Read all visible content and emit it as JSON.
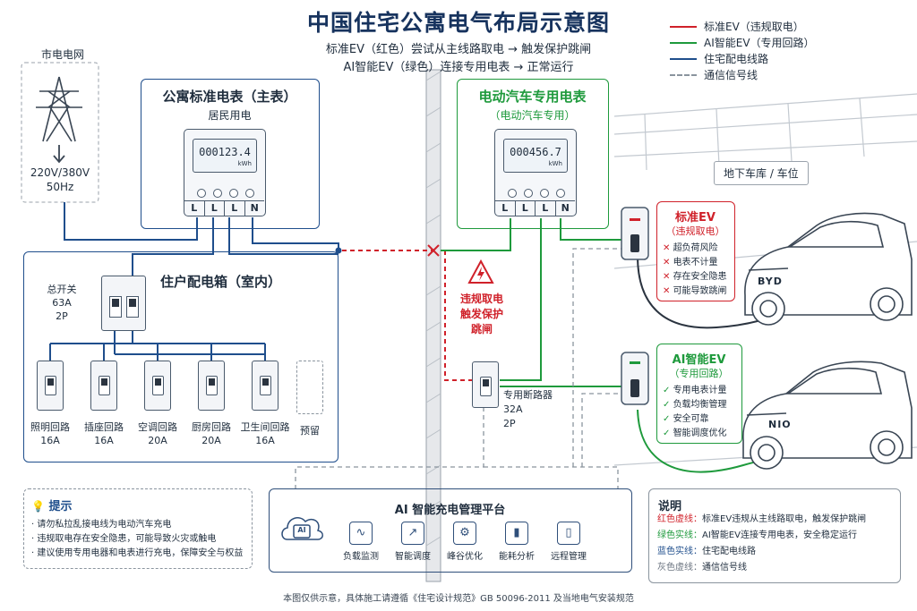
{
  "header": {
    "title": "中国住宅公寓电气布局示意图",
    "subtitle_line1": "标准EV（红色）尝试从主线路取电 → 触发保护跳闸",
    "subtitle_line2": "AI智能EV（绿色）连接专用电表 → 正常运行"
  },
  "legend": {
    "items": [
      {
        "label": "标准EV（违规取电）",
        "color": "#d0212a",
        "style": "solid"
      },
      {
        "label": "AI智能EV（专用回路）",
        "color": "#1e9a3c",
        "style": "solid"
      },
      {
        "label": "住宅配电线路",
        "color": "#1f4e8c",
        "style": "solid"
      },
      {
        "label": "通信信号线",
        "color": "#8a949e",
        "style": "dashed"
      }
    ]
  },
  "grid": {
    "label": "市电电网",
    "voltage": "220V/380V",
    "frequency": "50Hz"
  },
  "main_meter": {
    "title": "公寓标准电表（主表）",
    "subtitle": "居民用电",
    "reading": "000123.4",
    "unit": "kWh",
    "terminals": [
      "L",
      "L",
      "L",
      "N"
    ]
  },
  "ev_meter": {
    "title": "电动汽车专用电表",
    "subtitle": "（电动汽车专用）",
    "reading": "000456.7",
    "unit": "kWh",
    "terminals": [
      "L",
      "L",
      "L",
      "N"
    ]
  },
  "distribution_box": {
    "title": "住户配电箱（室内）",
    "main_switch": {
      "name": "总开关",
      "rating": "63A",
      "poles": "2P"
    },
    "circuits": [
      {
        "name": "照明回路",
        "rating": "16A"
      },
      {
        "name": "插座回路",
        "rating": "16A"
      },
      {
        "name": "空调回路",
        "rating": "20A"
      },
      {
        "name": "厨房回路",
        "rating": "20A"
      },
      {
        "name": "卫生间回路",
        "rating": "16A"
      }
    ],
    "reserve_label": "预留"
  },
  "warning": {
    "icon": "warning-triangle-icon",
    "line1": "违规取电",
    "line2": "触发保护",
    "line3": "跳闸"
  },
  "dedicated_breaker": {
    "name": "专用断路器",
    "rating": "32A",
    "poles": "2P"
  },
  "garage": {
    "label": "地下车库 / 车位"
  },
  "standard_ev": {
    "title": "标准EV",
    "subtitle": "（违规取电）",
    "issues": [
      "超负荷风险",
      "电表不计量",
      "存在安全隐患",
      "可能导致跳闸"
    ],
    "brand": "BYD"
  },
  "ai_ev": {
    "title": "AI智能EV",
    "subtitle": "（专用回路）",
    "benefits": [
      "专用电表计量",
      "负载均衡管理",
      "安全可靠",
      "智能调度优化"
    ],
    "brand": "NIO"
  },
  "tips": {
    "title": "提示",
    "items": [
      "请勿私拉乱接电线为电动汽车充电",
      "违规取电存在安全隐患，可能导致火灾或触电",
      "建议使用专用电器和电表进行充电，保障安全与权益"
    ]
  },
  "platform": {
    "chip_label": "AI",
    "title": "AI 智能充电管理平台",
    "features": [
      {
        "label": "负载监测",
        "icon": "waveform-icon"
      },
      {
        "label": "智能调度",
        "icon": "trend-icon"
      },
      {
        "label": "峰谷优化",
        "icon": "gear-icon"
      },
      {
        "label": "能耗分析",
        "icon": "bar-chart-icon"
      },
      {
        "label": "远程管理",
        "icon": "remote-icon"
      }
    ]
  },
  "explanation": {
    "title": "说明",
    "items": [
      {
        "key": "红色虚线：",
        "text": "标准EV违规从主线路取电，触发保护跳闸",
        "color": "#d0212a"
      },
      {
        "key": "绿色实线：",
        "text": "AI智能EV连接专用电表，安全稳定运行",
        "color": "#1e9a3c"
      },
      {
        "key": "蓝色实线：",
        "text": "住宅配电线路",
        "color": "#1f4e8c"
      },
      {
        "key": "灰色虚线：",
        "text": "通信信号线",
        "color": "#6b7480"
      }
    ]
  },
  "footer": {
    "note": "本图仅供示意，具体施工请遵循《住宅设计规范》GB 50096-2011 及当地电气安装规范"
  },
  "colors": {
    "blue": "#1f4e8c",
    "red": "#d0212a",
    "green": "#1e9a3c",
    "gray": "#8a949e"
  }
}
